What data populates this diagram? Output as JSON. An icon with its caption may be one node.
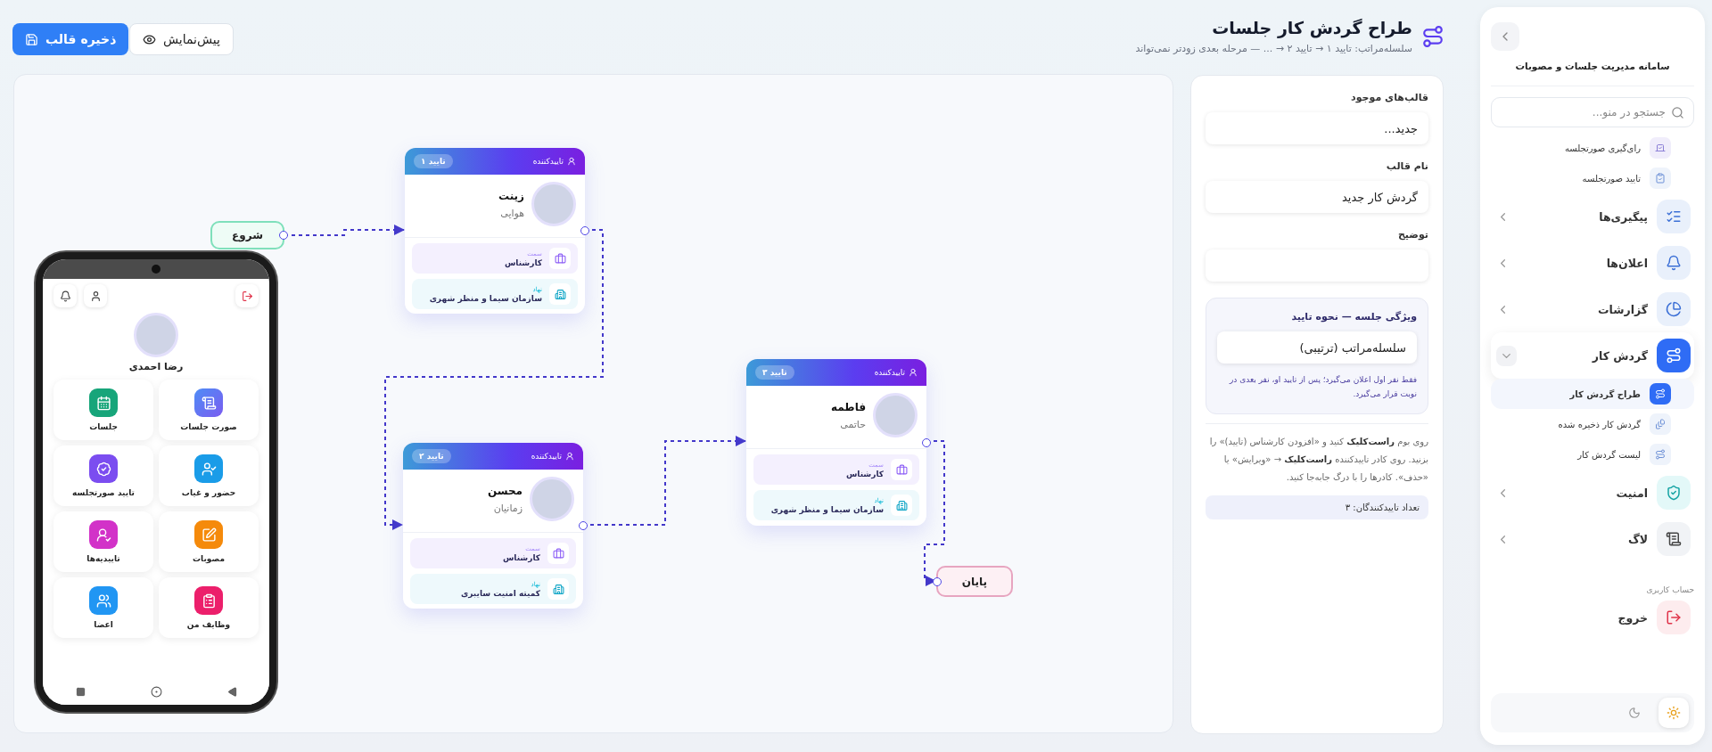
{
  "diagram": {
    "nodes": [
      {
        "text": [
          "شروع"
        ]
      },
      {
        "text": [
          "تاییدکننده",
          "تایید ۱",
          "زینت",
          "هوایی",
          "سمت",
          "کارشناس",
          "نهاد",
          "سازمان سیما و منظر شهری"
        ]
      },
      {
        "text": [
          "تاییدکننده",
          "تایید ۲",
          "محسن",
          "زمانیان",
          "سمت",
          "کارشناس",
          "نهاد",
          "کمیته امنیت سایبری"
        ]
      },
      {
        "text": [
          "تاییدکننده",
          "تایید ۳",
          "فاطمه",
          "حاتمی",
          "سمت",
          "کارشناس",
          "نهاد",
          "سازمان سیما و منظر شهری"
        ]
      },
      {
        "text": [
          "پایان"
        ]
      }
    ],
    "edges": [
      {
        "from": 0,
        "to": 1,
        "arrow": "to",
        "style": "dashed"
      },
      {
        "from": 1,
        "to": 2,
        "arrow": "to",
        "style": "dashed"
      },
      {
        "from": 2,
        "to": 3,
        "arrow": "to",
        "style": "dashed"
      },
      {
        "from": 3,
        "to": 4,
        "arrow": "to",
        "style": "dashed"
      }
    ],
    "labels": [
      "ذخیره قالب",
      "پیش‌نمایش",
      "طراح گردش کار جلسات",
      "سلسله‌مراتب: تایید ۱ → تایید ۲ → ... — مرحله بعدی زودتر نمی‌تواند",
      "سامانه مدیریت جلسات و مصوبات",
      "جستجو در منو...",
      "رای‌گیری صورتجلسه",
      "تایید صورتجلسه",
      "پیگیری‌ها",
      "اعلان‌ها",
      "گزارشات",
      "گردش کار",
      "طراح گردش کار",
      "گردش کار ذخیره شده",
      "لیست گردش کار",
      "امنیت",
      "لاگ",
      "حساب کاربری",
      "خروج",
      "قالب‌های موجود",
      "جدید...",
      "نام قالب",
      "گردش کار جدید",
      "توضیح",
      "ویژگی جلسه — نحوه تایید",
      "سلسله‌مراتب (ترتیبی)",
      "فقط نفر اول اعلان می‌گیرد؛ پس از تایید او، نفر بعدی در نوبت قرار می‌گیرد.",
      "روی بوم **راست‌کلیک** کنید و «افزودن کارشناس (تایید)» را بزنید. روی کادر تاییدکننده **راست‌کلیک** → «ویرایش» یا «حذف». کادرها را با درگ جابه‌جا کنید.",
      "تعداد تاییدکنندگان: ۳",
      "رضا احمدی",
      "صورت جلسات",
      "جلسات",
      "حضور و غیاب",
      "تایید صورتجلسه",
      "مصوبات",
      "تاییدیه‌ها",
      "وظایف من",
      "اعضا"
    ]
  }
}
